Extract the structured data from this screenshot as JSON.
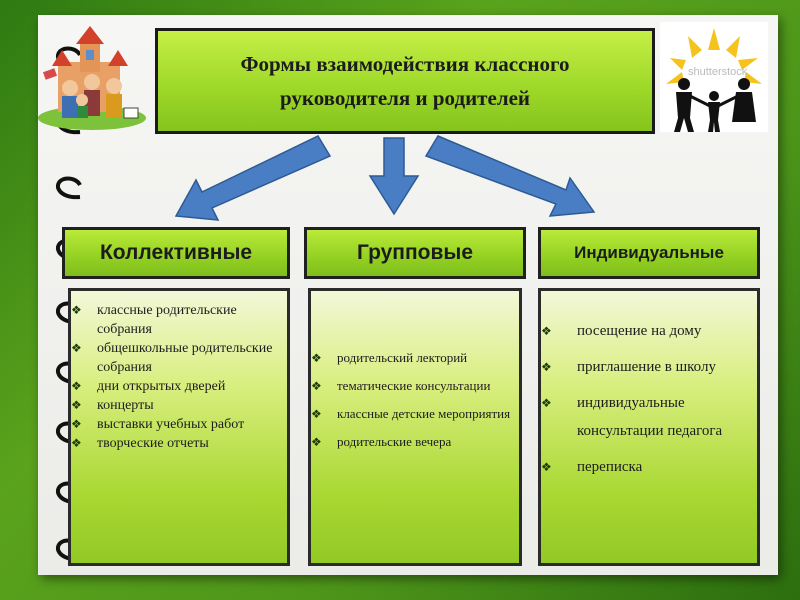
{
  "title": "Формы взаимодействия  классного\nруководителя и родителей",
  "categories": {
    "collective": "Коллективные",
    "group": "Групповые",
    "individual": "Индивидуальные"
  },
  "collective_items": [
    "классные родительские собрания",
    "общешкольные родительские собрания",
    "дни открытых дверей",
    "концерты",
    "выставки учебных работ",
    "творческие отчеты"
  ],
  "group_items": [
    "родительский лекторий",
    "тематические консультации",
    "классные детские мероприятия",
    "родительские вечера"
  ],
  "individual_items": [
    "посещение на дому",
    "приглашение в школу",
    "индивидуальные консультации педагога",
    "переписка"
  ],
  "bullet_glyph": "❖",
  "image_right_watermark": "shutterstock",
  "colors": {
    "background": "#4e961a",
    "box_green": "#9fd92a",
    "arrow_blue": "#4a7ec4",
    "border": "#1b1b1b"
  }
}
